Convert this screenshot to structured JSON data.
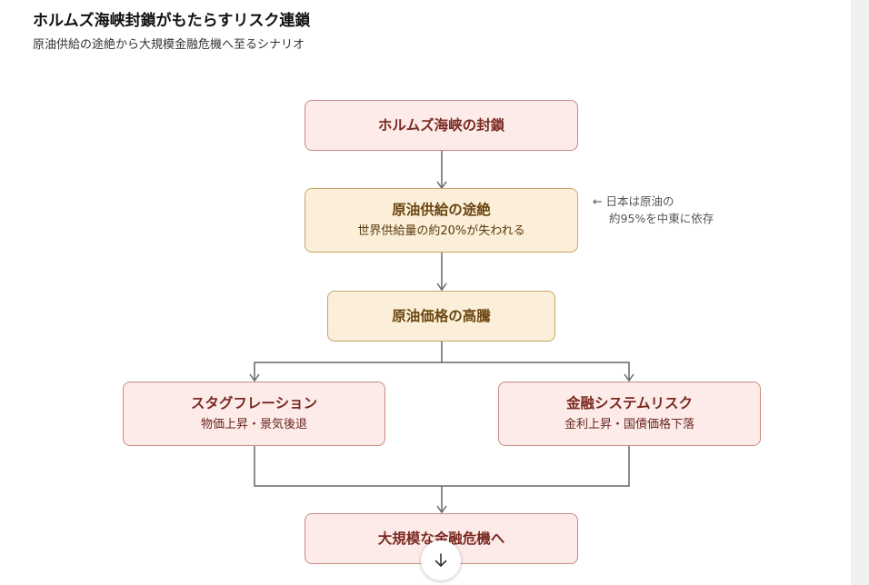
{
  "header": {
    "title": "ホルムズ海峡封鎖がもたらすリスク連鎖",
    "subtitle": "原油供給の途絶から大規模金融危機へ至るシナリオ"
  },
  "diagram": {
    "nodes": {
      "blockade": {
        "title": "ホルムズ海峡の封鎖",
        "sub": ""
      },
      "supply_cut": {
        "title": "原油供給の途絶",
        "sub": "世界供給量の約20%が失われる"
      },
      "price_surge": {
        "title": "原油価格の高騰",
        "sub": ""
      },
      "stagflation": {
        "title": "スタグフレーション",
        "sub": "物価上昇・景気後退"
      },
      "financial_risk": {
        "title": "金融システムリスク",
        "sub": "金利上昇・国債価格下落"
      },
      "crisis": {
        "title": "大規模な金融危機へ",
        "sub": ""
      }
    },
    "annotation": {
      "arrow": "←",
      "line1": "日本は原油の",
      "line2": "約95%を中東に依存"
    }
  },
  "icons": {
    "scroll_down": "arrow-down-icon"
  },
  "colors": {
    "red_fill": "#fcebe8",
    "red_border": "#c98a82",
    "red_text": "#7a2a22",
    "amber_fill": "#fbefd9",
    "amber_border": "#c9a46a",
    "amber_text": "#6a4510",
    "connector": "#666666"
  }
}
